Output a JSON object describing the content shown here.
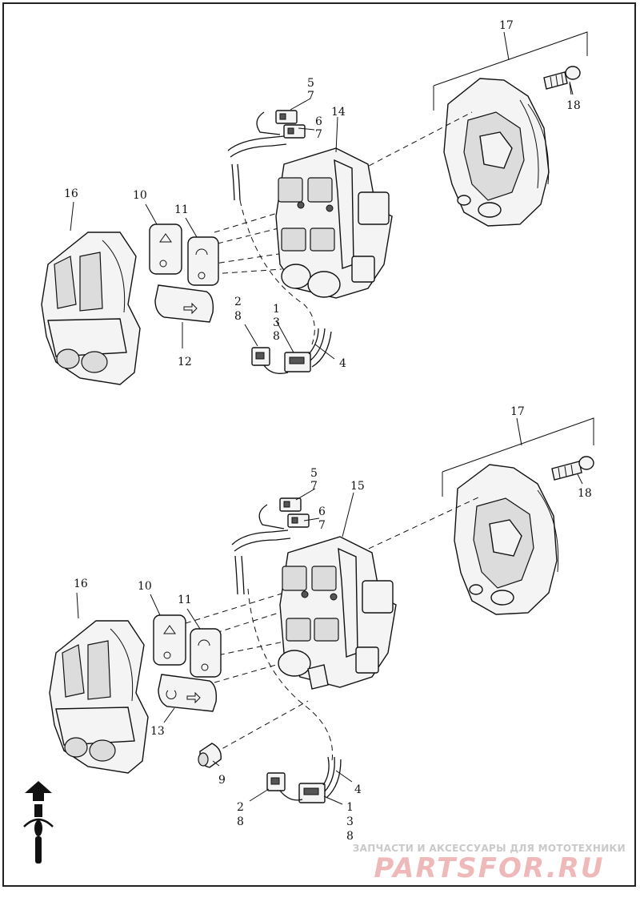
{
  "diagram": {
    "upper_assembly": {
      "callouts": {
        "c17": "17",
        "c18": "18",
        "c5": "5",
        "c7a": "7",
        "c6": "6",
        "c7b": "7",
        "c14": "14",
        "c16": "16",
        "c10": "10",
        "c11": "11",
        "c12": "12",
        "c2": "2",
        "c8a": "8",
        "c1": "1",
        "c3": "3",
        "c8b": "8",
        "c4": "4"
      }
    },
    "lower_assembly": {
      "callouts": {
        "c17": "17",
        "c18": "18",
        "c5": "5",
        "c7a": "7",
        "c6": "6",
        "c7b": "7",
        "c15": "15",
        "c16": "16",
        "c10": "10",
        "c11": "11",
        "c13": "13",
        "c9": "9",
        "c4": "4",
        "c2": "2",
        "c8a": "8",
        "c1": "1",
        "c3": "3",
        "c8b": "8"
      }
    }
  },
  "watermark": {
    "tagline": "ЗАПЧАСТИ И АКСЕССУАРЫ ДЛЯ МОТОТЕХНИКИ",
    "logo": "PARTSFOR.RU"
  },
  "icons": {
    "direction_marker": "motorcycle-forward-arrow-icon"
  }
}
